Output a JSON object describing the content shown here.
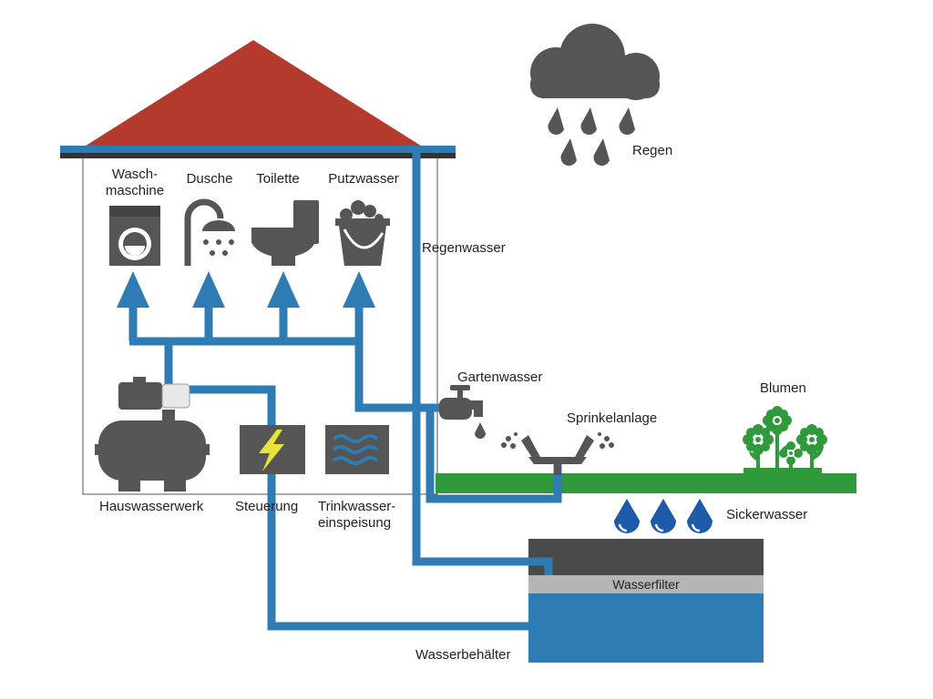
{
  "house": {
    "appliances": [
      {
        "label_line1": "Wasch-",
        "label_line2": "maschine",
        "icon": "washing-machine-icon"
      },
      {
        "label": "Dusche",
        "icon": "shower-icon"
      },
      {
        "label": "Toilette",
        "icon": "toilet-icon"
      },
      {
        "label": "Putzwasser",
        "icon": "bucket-icon"
      }
    ],
    "equipment": [
      {
        "label": "Hauswasserwerk",
        "icon": "pump-icon"
      },
      {
        "label": "Steuerung",
        "icon": "lightning-icon"
      },
      {
        "label_line1": "Trinkwasser-",
        "label_line2": "einspeisung",
        "icon": "waves-icon"
      }
    ]
  },
  "rain": {
    "label": "Regen",
    "icon": "rain-cloud-icon"
  },
  "rainwater_pipe": {
    "label": "Regenwasser"
  },
  "garden": {
    "faucet": {
      "label": "Gartenwasser",
      "icon": "faucet-icon"
    },
    "sprinkler": {
      "label": "Sprinkelanlage",
      "icon": "sprinkler-icon"
    },
    "flowers": {
      "label": "Blumen",
      "icon": "flowers-icon"
    },
    "seepage": {
      "label": "Sickerwasser",
      "icon": "water-drop-icon"
    }
  },
  "tank": {
    "filter_label": "Wasserfilter",
    "label": "Wasserbehälter"
  },
  "colors": {
    "pipe": "#2f7bb4",
    "roof": "#b53a2e",
    "icon": "#555555",
    "grass": "#2f9a3b",
    "flower": "#2f9a3b",
    "drop": "#1d5aa8",
    "tank_water": "#2f7bb4",
    "tank_top": "#4a4a4a",
    "filter": "#b5b5b5"
  }
}
